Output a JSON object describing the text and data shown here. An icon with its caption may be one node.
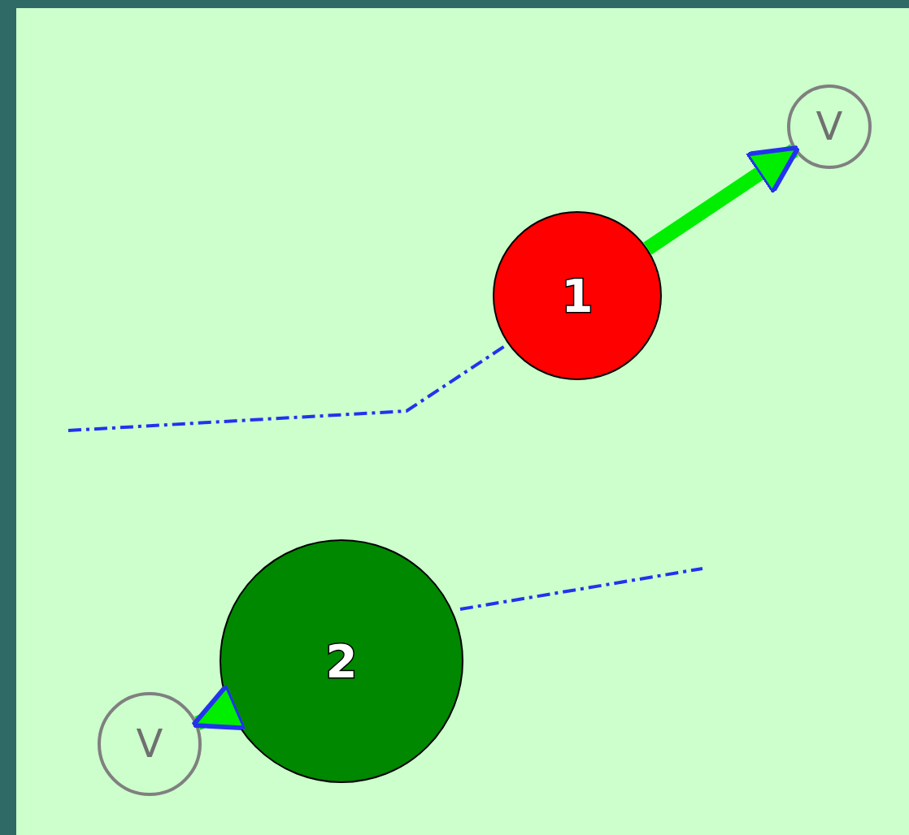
{
  "diagram": {
    "nodes": [
      {
        "text": [
          "1"
        ]
      },
      {
        "text": [
          "V"
        ]
      },
      {
        "text": [
          "2"
        ]
      },
      {
        "text": [
          "V"
        ]
      }
    ],
    "edges": [
      {
        "from": 0,
        "to": 1,
        "arrow": "to"
      },
      {
        "from": 2,
        "to": 3,
        "arrow": "to"
      }
    ]
  }
}
